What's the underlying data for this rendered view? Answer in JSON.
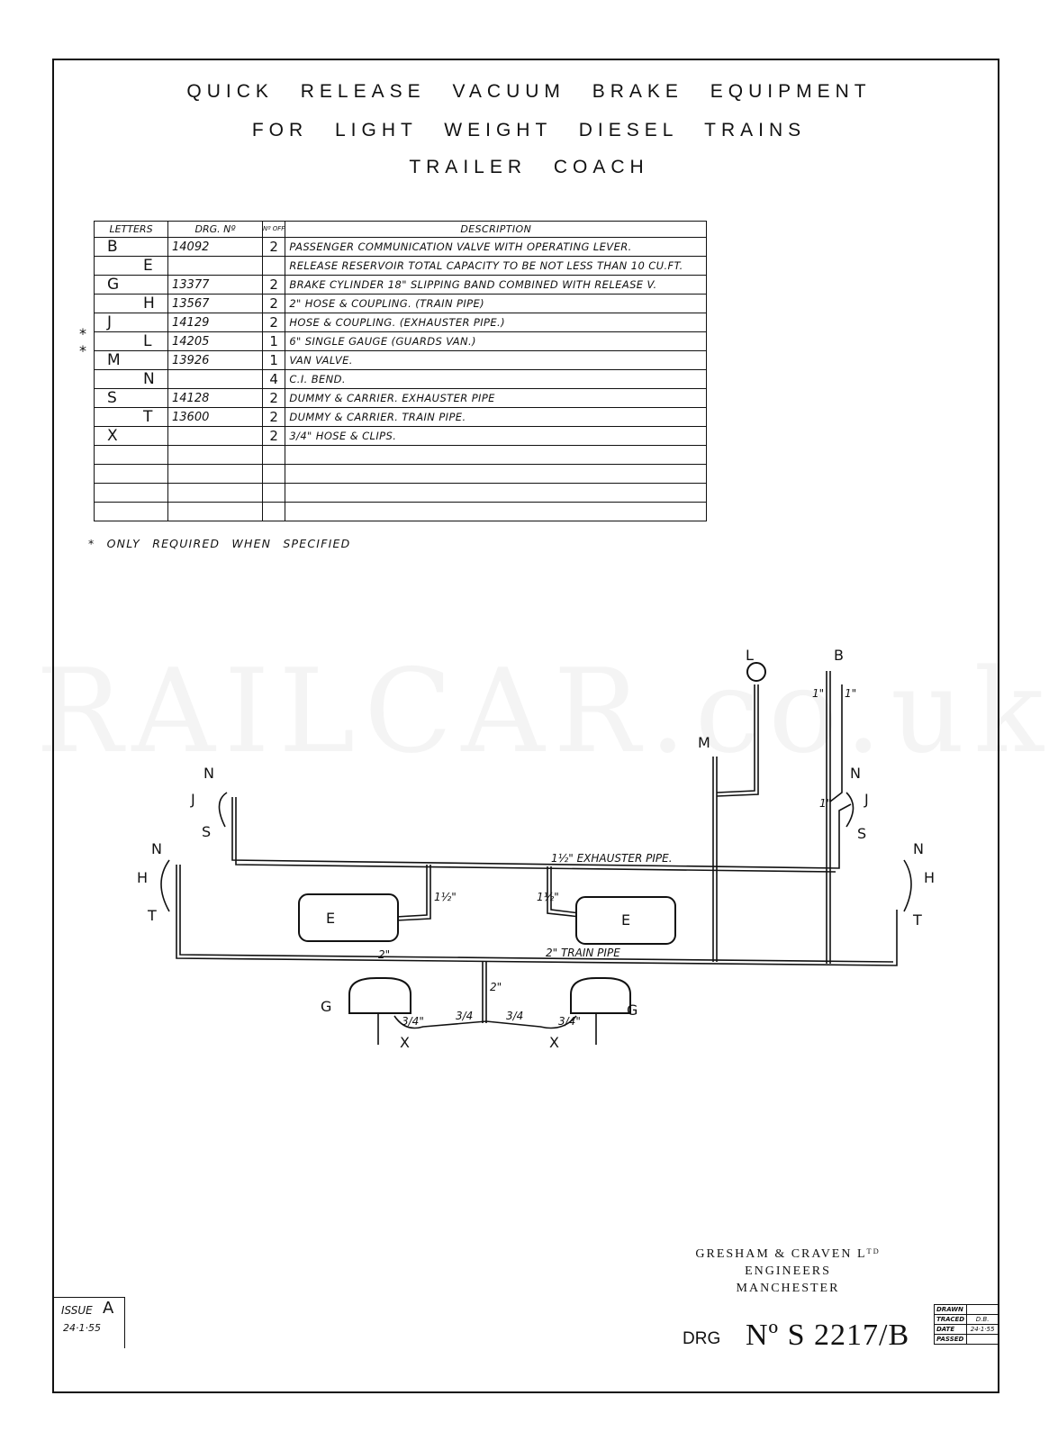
{
  "title": {
    "line1": "QUICK RELEASE VACUUM BRAKE EQUIPMENT",
    "line2": "FOR LIGHT WEIGHT DIESEL TRAINS",
    "line3": "TRAILER COACH"
  },
  "table": {
    "headers": {
      "letters": "LETTERS",
      "drg": "DRG. Nº",
      "noff": "Nº OFF",
      "description": "DESCRIPTION"
    },
    "rows": [
      {
        "letter": "B",
        "drg": "14092",
        "num": "2",
        "desc": "PASSENGER COMMUNICATION VALVE WITH OPERATING LEVER.",
        "star": ""
      },
      {
        "letter": "E",
        "drg": "",
        "num": "",
        "desc": "RELEASE RESERVOIR TOTAL CAPACITY TO BE NOT LESS THAN 10 CU.FT.",
        "star": ""
      },
      {
        "letter": "G",
        "drg": "13377",
        "num": "2",
        "desc": "BRAKE CYLINDER 18\" SLIPPING BAND COMBINED WITH RELEASE V.",
        "star": ""
      },
      {
        "letter": "H",
        "drg": "13567",
        "num": "2",
        "desc": "2\" HOSE & COUPLING. (TRAIN PIPE)",
        "star": ""
      },
      {
        "letter": "J",
        "drg": "14129",
        "num": "2",
        "desc": "HOSE & COUPLING. (EXHAUSTER PIPE.)",
        "star": ""
      },
      {
        "letter": "L",
        "drg": "14205",
        "num": "1",
        "desc": "6\" SINGLE GAUGE (GUARDS VAN.)",
        "star": "*"
      },
      {
        "letter": "M",
        "drg": "13926",
        "num": "1",
        "desc": "VAN VALVE.",
        "star": "*"
      },
      {
        "letter": "N",
        "drg": "",
        "num": "4",
        "desc": "C.I. BEND.",
        "star": ""
      },
      {
        "letter": "S",
        "drg": "14128",
        "num": "2",
        "desc": "DUMMY & CARRIER. EXHAUSTER PIPE",
        "star": ""
      },
      {
        "letter": "T",
        "drg": "13600",
        "num": "2",
        "desc": "DUMMY & CARRIER. TRAIN PIPE.",
        "star": ""
      },
      {
        "letter": "X",
        "drg": "",
        "num": "2",
        "desc": "3/4\" HOSE & CLIPS.",
        "star": ""
      },
      {
        "letter": "",
        "drg": "",
        "num": "",
        "desc": "",
        "star": ""
      },
      {
        "letter": "",
        "drg": "",
        "num": "",
        "desc": "",
        "star": ""
      },
      {
        "letter": "",
        "drg": "",
        "num": "",
        "desc": "",
        "star": ""
      },
      {
        "letter": "",
        "drg": "",
        "num": "",
        "desc": "",
        "star": ""
      }
    ]
  },
  "note": "* ONLY REQUIRED WHEN SPECIFIED",
  "watermark": "RAILCAR.co.uk",
  "diagram_labels": {
    "exhauster_pipe": "1½\" EXHAUSTER PIPE.",
    "train_pipe": "2\" TRAIN PIPE",
    "size_2": "2\"",
    "size_1_5": "1½\"",
    "size_1": "1\"",
    "size_3_4": "3/4",
    "size_3_4_q": "3/4\"",
    "L": "L",
    "B": "B",
    "M": "M",
    "N": "N",
    "J": "J",
    "S": "S",
    "H": "H",
    "T": "T",
    "E": "E",
    "G": "G",
    "X": "X"
  },
  "maker": {
    "line1": "GRESHAM & CRAVEN Lᵀᴰ",
    "line2": "ENGINEERS",
    "line3": "MANCHESTER"
  },
  "issue": {
    "label": "ISSUE",
    "code": "A",
    "date": "24·1·55"
  },
  "drawing": {
    "prefix": "DRG",
    "number": "Nº S 2217/B"
  },
  "signoff": [
    {
      "key": "DRAWN",
      "value": ""
    },
    {
      "key": "TRACED",
      "value": "D.B."
    },
    {
      "key": "DATE",
      "value": "24·1·55"
    },
    {
      "key": "PASSED",
      "value": ""
    }
  ]
}
